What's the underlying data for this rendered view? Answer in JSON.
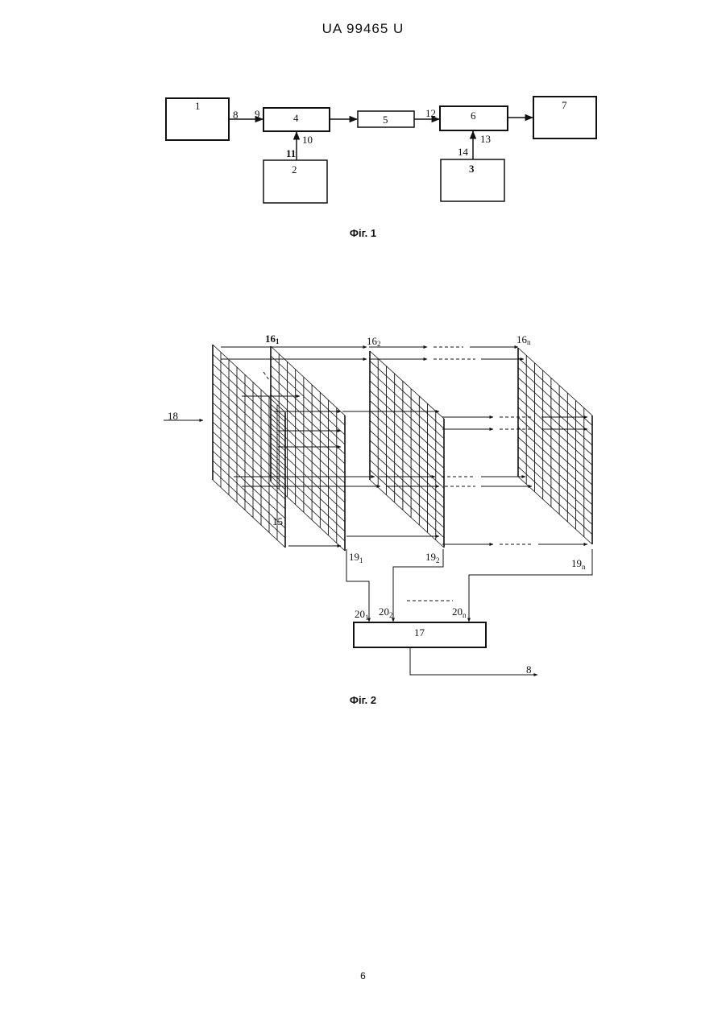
{
  "header": {
    "doc_id": "UA   99465   U"
  },
  "fig1": {
    "caption": "Фіг. 1",
    "blocks": [
      "1",
      "2",
      "3",
      "4",
      "5",
      "6",
      "7"
    ],
    "labels": {
      "l8": "8",
      "l9": "9",
      "l10": "10",
      "l11": "11",
      "l12": "12",
      "l13": "13",
      "l14": "14"
    }
  },
  "fig2": {
    "caption": "Фіг. 2",
    "labels": {
      "l16_1": "16",
      "l16_1s": "1",
      "l16_2": "16",
      "l16_2s": "2",
      "l16_n": "16",
      "l16_ns": "n",
      "l15": "15",
      "l18": "18",
      "l19_1": "19",
      "l19_1s": "1",
      "l19_2": "19",
      "l19_2s": "2",
      "l19_n": "19",
      "l19_ns": "n",
      "l20_1": "20",
      "l20_1s": "1",
      "l20_2": "20",
      "l20_2s": "2",
      "l20_n": "20",
      "l20_ns": "n",
      "l17": "17",
      "l8": "8"
    }
  },
  "footer": {
    "page_number": "6"
  }
}
